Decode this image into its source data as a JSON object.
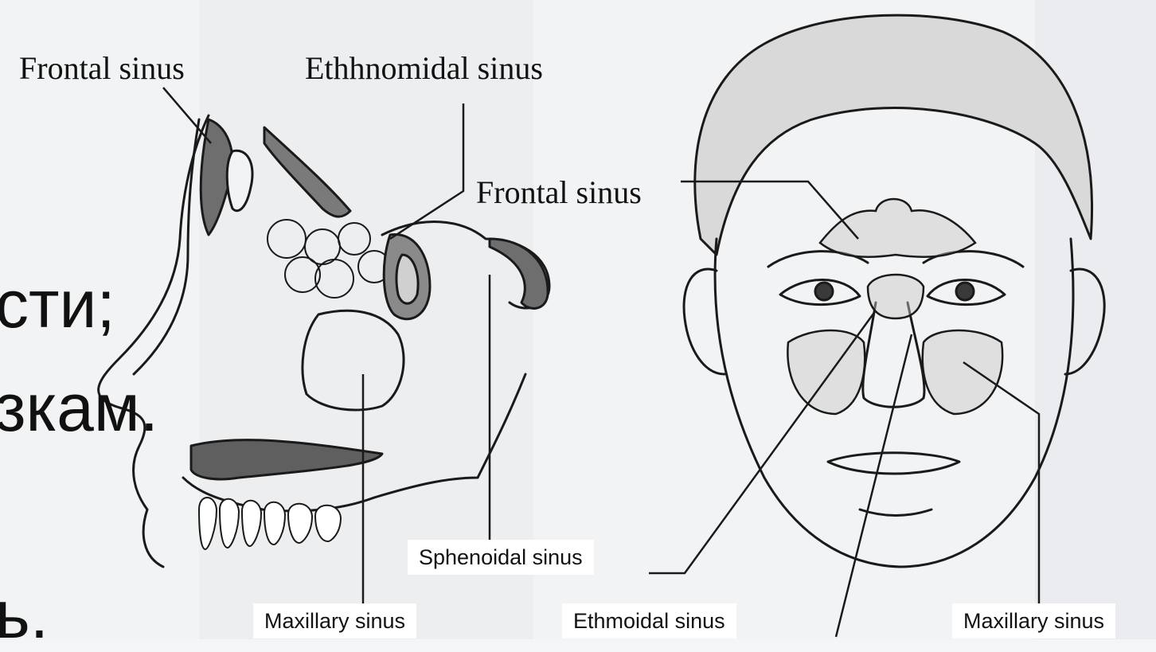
{
  "slide_text": {
    "line1": "сти;",
    "line2": "зкам.",
    "line3": "ь."
  },
  "labels": {
    "frontal_sinus_left": "Frontal sinus",
    "ethmoidal_sinus_top": "Ethhnomidal sinus",
    "frontal_sinus_right": "Frontal sinus",
    "sphenoidal_sinus": "Sphenoidal sinus",
    "maxillary_sinus_left": "Maxillary sinus",
    "ethmoidal_sinus_bottom": "Ethmoidal sinus",
    "maxillary_sinus_right": "Maxillary sinus"
  },
  "colors": {
    "ink": "#1a1a1a",
    "label_background": "#ffffff",
    "sinus_shading": "#c8c8c8"
  }
}
